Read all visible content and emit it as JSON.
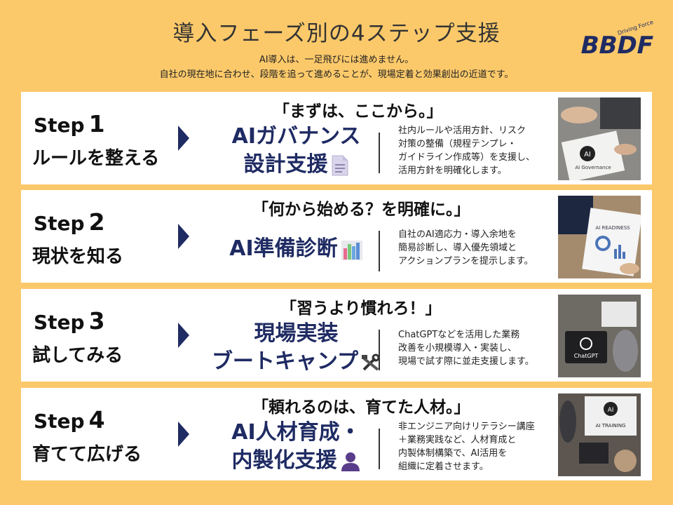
{
  "header": {
    "title": "導入フェーズ別の4ステップ支援",
    "subtitle_line1": "AI導入は、一足飛びには進めません。",
    "subtitle_line2": "自社の現在地に合わせ、段階を追って進めることが、現場定着と効果創出の近道です。",
    "logo_text": "BBDF",
    "logo_small_text": "Driving Force"
  },
  "steps": [
    {
      "label": "Step",
      "number": "1",
      "name": "ルールを整える",
      "quote": "「まずは、ここから。」",
      "service_line1": "AIガバナンス",
      "service_line2": "設計支援",
      "icon": "document-icon",
      "desc_lines": [
        "社内ルールや活用方針、リスク",
        "対策の整備（規程テンプレ・",
        "ガイドライン作成等）を支援し、",
        "活用方針を明確化します。"
      ],
      "photo_text": "AI Governance"
    },
    {
      "label": "Step",
      "number": "2",
      "name": "現状を知る",
      "quote": "「何から始める？を明確に。」",
      "service_line1": "AI準備診断",
      "service_line2": "",
      "icon": "bar-chart-icon",
      "desc_lines": [
        "自社のAI適応力・導入余地を",
        "簡易診断し、導入優先領域と",
        "アクションプランを提示します。"
      ],
      "photo_text": "AI READINESS"
    },
    {
      "label": "Step",
      "number": "3",
      "name": "試してみる",
      "quote": "「習うより慣れろ！」",
      "service_line1": "現場実装",
      "service_line2": "ブートキャンプ",
      "icon": "tools-icon",
      "desc_lines": [
        "ChatGPTなどを活用した業務",
        "改善を小規模導入・実装し、",
        "現場で試す際に並走支援します。"
      ],
      "photo_text": "ChatGPT"
    },
    {
      "label": "Step",
      "number": "4",
      "name": "育てて広げる",
      "quote": "「頼れるのは、育てた人材。」",
      "service_line1": "AI人材育成・",
      "service_line2": "内製化支援",
      "icon": "person-icon",
      "desc_lines": [
        "非エンジニア向けリテラシー講座",
        "＋業務実践など、人材育成と",
        "内製体制構築で、AI活用を",
        "組織に定着させます。"
      ],
      "photo_text": "AI TRAINING"
    }
  ],
  "colors": {
    "background": "#fcc96a",
    "navy": "#1f2b63",
    "card": "#ffffff"
  }
}
